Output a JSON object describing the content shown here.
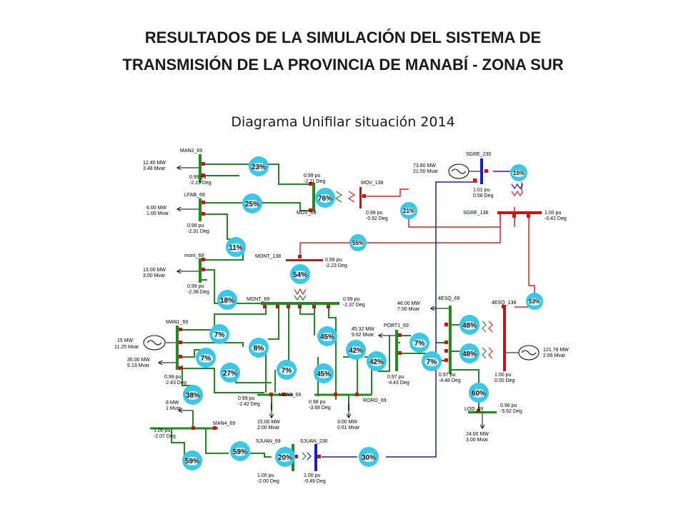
{
  "title": {
    "line1": "RESULTADOS DE LA SIMULACIÓN DEL SISTEMA DE",
    "line2": "TRANSMISIÓN DE LA PROVINCIA DE MANABÍ - ZONA SUR",
    "subtitle": "Diagrama Unifilar situación 2014"
  },
  "colors": {
    "line_69": "#1e8c1e",
    "line_138": "#e02020",
    "line_230": "#1a1ad0",
    "breaker": "#d01010",
    "gauge": "#39c8e6"
  },
  "buses": {
    "man2": "MAN2_69",
    "lfab": "LFAB_69",
    "mont69_small": "mont_69",
    "mont138": "MONT_138",
    "mont69": "MONT_69",
    "mov138": "MOV_138",
    "mov69": "MOV_69",
    "sgre230": "SGRE_230",
    "sgre138": "SGRE_138",
    "man1": "MAN1_69",
    "man3": "MAN3_69",
    "man4": "MAN4_69",
    "port1": "PORT1_69",
    "roro": "RORO_69",
    "esq69": "4ESQ_69",
    "esq138": "4ESQ_138",
    "lod": "LOD_69",
    "sjuan69": "SJUAN_69",
    "sjuan230": "SJUAN_230"
  },
  "loads": {
    "man2_mw": "12.40 MW",
    "man2_mvar": "3.48 Mvar",
    "lfab_mw": "6.00 MW",
    "lfab_mvar": "1.00 Mvar",
    "mont_mw": "13.00 MW",
    "mont_mvar": "3.00 Mvar",
    "man1_mw": "35.00 MW",
    "man1_mvar": "5.13 Mvar",
    "man4_mw": "8 MW",
    "man4_mvar": "1 Mvar",
    "man3_mw": "15.00 MW",
    "man3_mvar": "2.00 Mvar",
    "roro_mw": "3.00 MW",
    "roro_mvar": "0.61 Mvar",
    "esq_mw": "46.00 MW",
    "esq_mvar": "7.00 Mvar",
    "port_mw": "45.32 MW",
    "port_mvar": "9.62 Mvar",
    "lod_mw": "24.00 MW",
    "lod_mvar": "3.00 Mvar"
  },
  "generators": {
    "man1_mw": "15 MW",
    "man1_mvar": "11.25 Mvar",
    "sgre_mw": "73.80 MW",
    "sgre_mvar": "21.50 Mvar",
    "esq_mw": "121.78 MW",
    "esq_mvar": "2.66 Mvar"
  },
  "voltages": {
    "man2_pu": "0.99 pu",
    "man2_deg": "-2.13 Deg",
    "mov69_pu": "0.99 pu",
    "mov69_deg": "-2.11 Deg",
    "lfab_pu": "0.99 pu",
    "lfab_deg": "-2.31 Deg",
    "mont69s_pu": "0.99 pu",
    "mont69s_deg": "-2.38 Deg",
    "mont138_pu": "0.99 pu",
    "mont138_deg": "-2.23 Deg",
    "mov138_pu": "0.99 pu",
    "mov138_deg": "-0.92 Deg",
    "sgre230_pu": "1.01 pu",
    "sgre230_deg": "0.58 Deg",
    "sgre138_pu": "1.00 pu",
    "sgre138_deg": "-0.42 Deg",
    "mont69_pu": "0.99 pu",
    "mont69_deg": "-2.37 Deg",
    "man1_pu": "0.99 pu",
    "man1_deg": "-2.43 Deg",
    "man3_pu": "0.99 pu",
    "man3_deg": "-2.42 Deg",
    "roro_pu": "0.98 pu",
    "roro_deg": "-3.68 Deg",
    "port_pu": "0.97 pu",
    "port_deg": "-4.43 Deg",
    "esq69_pu": "0.97 pu",
    "esq69_deg": "-4.48 Deg",
    "esq138_pu": "1.00 pu",
    "esq138_deg": "0.00 Deg",
    "lod_pu": "0.96 pu",
    "lod_deg": "-5.52 Deg",
    "man4_pu": "1.00 pu",
    "man4_deg": "-2.07 Deg",
    "sjuan69_pu": "1.00 pu",
    "sjuan69_deg": "-2.00 Deg",
    "sjuan230_pu": "1.00 pu",
    "sjuan230_deg": "-0.49 Deg"
  },
  "gauges": {
    "g1": "23%",
    "g2": "25%",
    "g3": "76%",
    "g4": "21%",
    "g5": "15%",
    "g6": "11%",
    "g7": "55%",
    "g8": "54%",
    "g9": "18%",
    "g10": "53%",
    "g11": "7%",
    "g12": "8%",
    "g13": "7%",
    "g14": "27%",
    "g15": "7%",
    "g16": "45%",
    "g17": "42%",
    "g18": "45%",
    "g19": "42%",
    "g20": "7%",
    "g21": "7%",
    "g22": "48%",
    "g23": "48%",
    "g24": "60%",
    "g25": "38%",
    "g26": "59%",
    "g27": "59%",
    "g28": "20%",
    "g29": "30%"
  }
}
